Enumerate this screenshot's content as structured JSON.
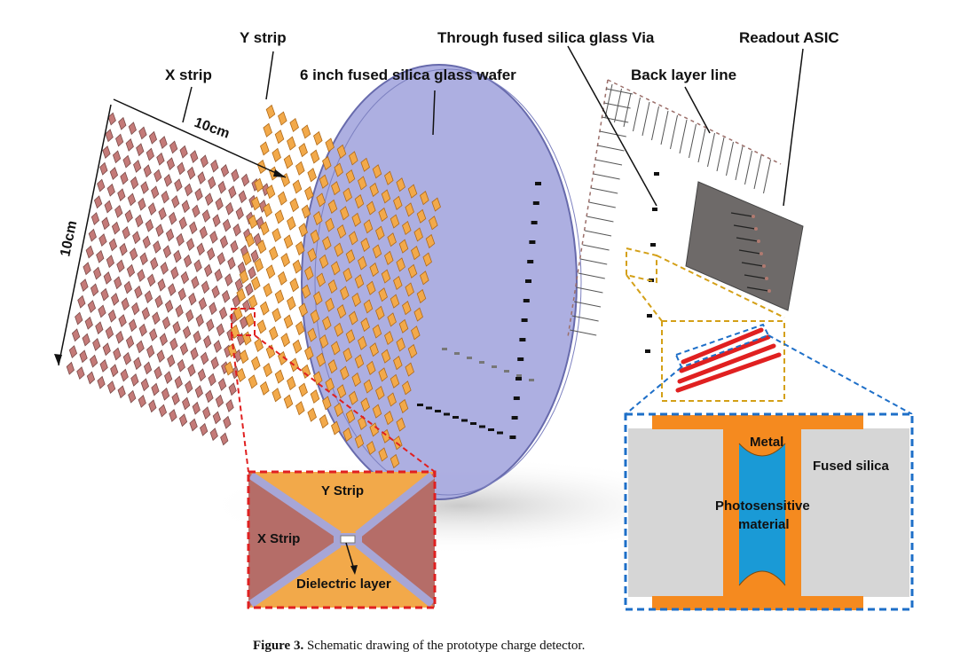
{
  "labels": {
    "x_strip": "X strip",
    "y_strip": "Y strip",
    "wafer": "6 inch fused silica glass wafer",
    "via": "Through fused silica glass Via",
    "readout": "Readout ASIC",
    "back_layer": "Back layer line",
    "dim_horizontal": "10cm",
    "dim_vertical": "10cm"
  },
  "inset_left": {
    "y_strip": "Y Strip",
    "x_strip": "X Strip",
    "dielectric": "Dielectric layer"
  },
  "inset_right": {
    "metal": "Metal",
    "fused_silica": "Fused silica",
    "photosensitive_1": "Photosensitive",
    "photosensitive_2": "material"
  },
  "caption": {
    "label": "Figure 3.",
    "text": " Schematic drawing of the prototype charge detector."
  },
  "colors": {
    "x_strip": "#c47a78",
    "y_strip": "#f2a94a",
    "wafer": "#a9abe0",
    "inset_red_border": "#e02020",
    "inset_blue_border": "#1e6fc8",
    "zoom_gold": "#d4a017",
    "photosensitive": "#1a9ad6",
    "metal_frame": "#f58a1f",
    "fused_silica": "#d6d6d6",
    "asic": "#6e6a69"
  }
}
